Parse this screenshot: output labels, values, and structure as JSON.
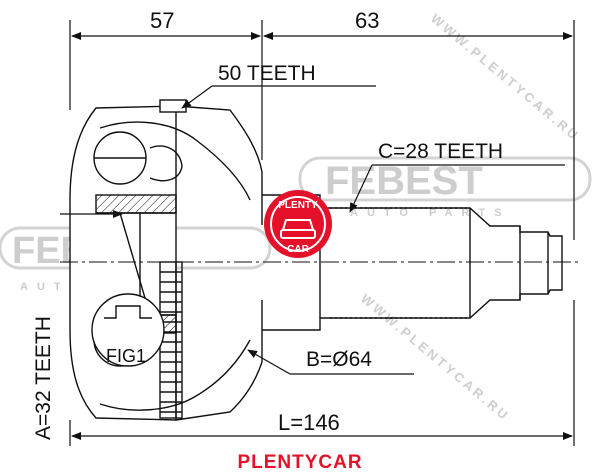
{
  "dimensions": {
    "top_left": "57",
    "top_right": "63",
    "bottom_length": "L=146"
  },
  "callouts": {
    "outer_teeth": "50 TEETH",
    "shaft_teeth": "C=28 TEETH",
    "bell_diameter": "B=Ø64",
    "inner_teeth": "A=32 TEETH",
    "detail": "FIG1"
  },
  "watermark": {
    "brand": "FEBEST",
    "sub": "AUTO PARTS",
    "site": "WWW.PLENTYCAR.RU"
  },
  "badge": {
    "top": "PLENTY",
    "bottom": "CAR"
  },
  "footer": {
    "brand": "PLENTYCAR"
  },
  "colors": {
    "line": "#111111",
    "brand_red": "#e5112a",
    "watermark": "#c8c8c8"
  }
}
